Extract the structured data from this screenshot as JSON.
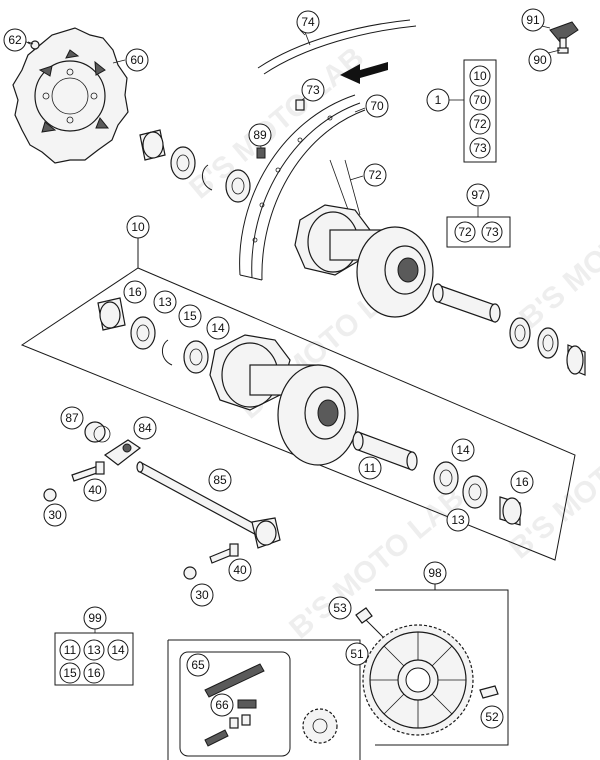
{
  "watermark": "B'S MOTO LAB",
  "labels": {
    "l62": "62",
    "l60": "60",
    "l74": "74",
    "l91": "91",
    "l90": "90",
    "l73a": "73",
    "l70": "70",
    "l89": "89",
    "l72": "72",
    "l1": "1",
    "l97": "97",
    "l10": "10",
    "l16a": "16",
    "l13a": "13",
    "l15a": "15",
    "l14a": "14",
    "l87": "87",
    "l84": "84",
    "l40a": "40",
    "l85": "85",
    "l30a": "30",
    "l11b": "11",
    "l14b": "14",
    "l16b": "16",
    "l13b": "13",
    "l40b": "40",
    "l30b": "30",
    "l99": "99",
    "l98": "98",
    "l53": "53",
    "l51": "51",
    "l52": "52",
    "l65": "65",
    "l66": "66"
  },
  "groups": {
    "g1": [
      "10",
      "70",
      "72",
      "73"
    ],
    "g97": [
      "72",
      "73"
    ],
    "g99": [
      "11",
      "13",
      "14",
      "15",
      "16"
    ]
  }
}
